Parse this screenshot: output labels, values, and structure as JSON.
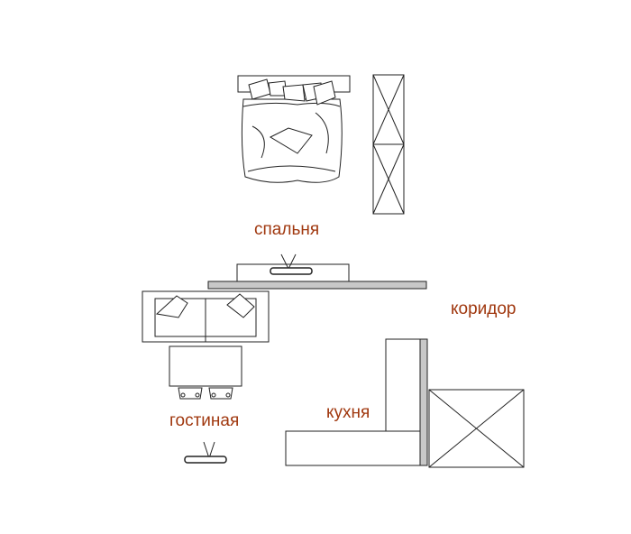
{
  "rooms": {
    "bedroom": "спальня",
    "corridor": "коридор",
    "kitchen": "кухня",
    "living": "гостиная"
  },
  "colors": {
    "label": "#a0380f",
    "line": "#222222",
    "wall_fill": "#c8c8c8",
    "background": "#ffffff"
  }
}
